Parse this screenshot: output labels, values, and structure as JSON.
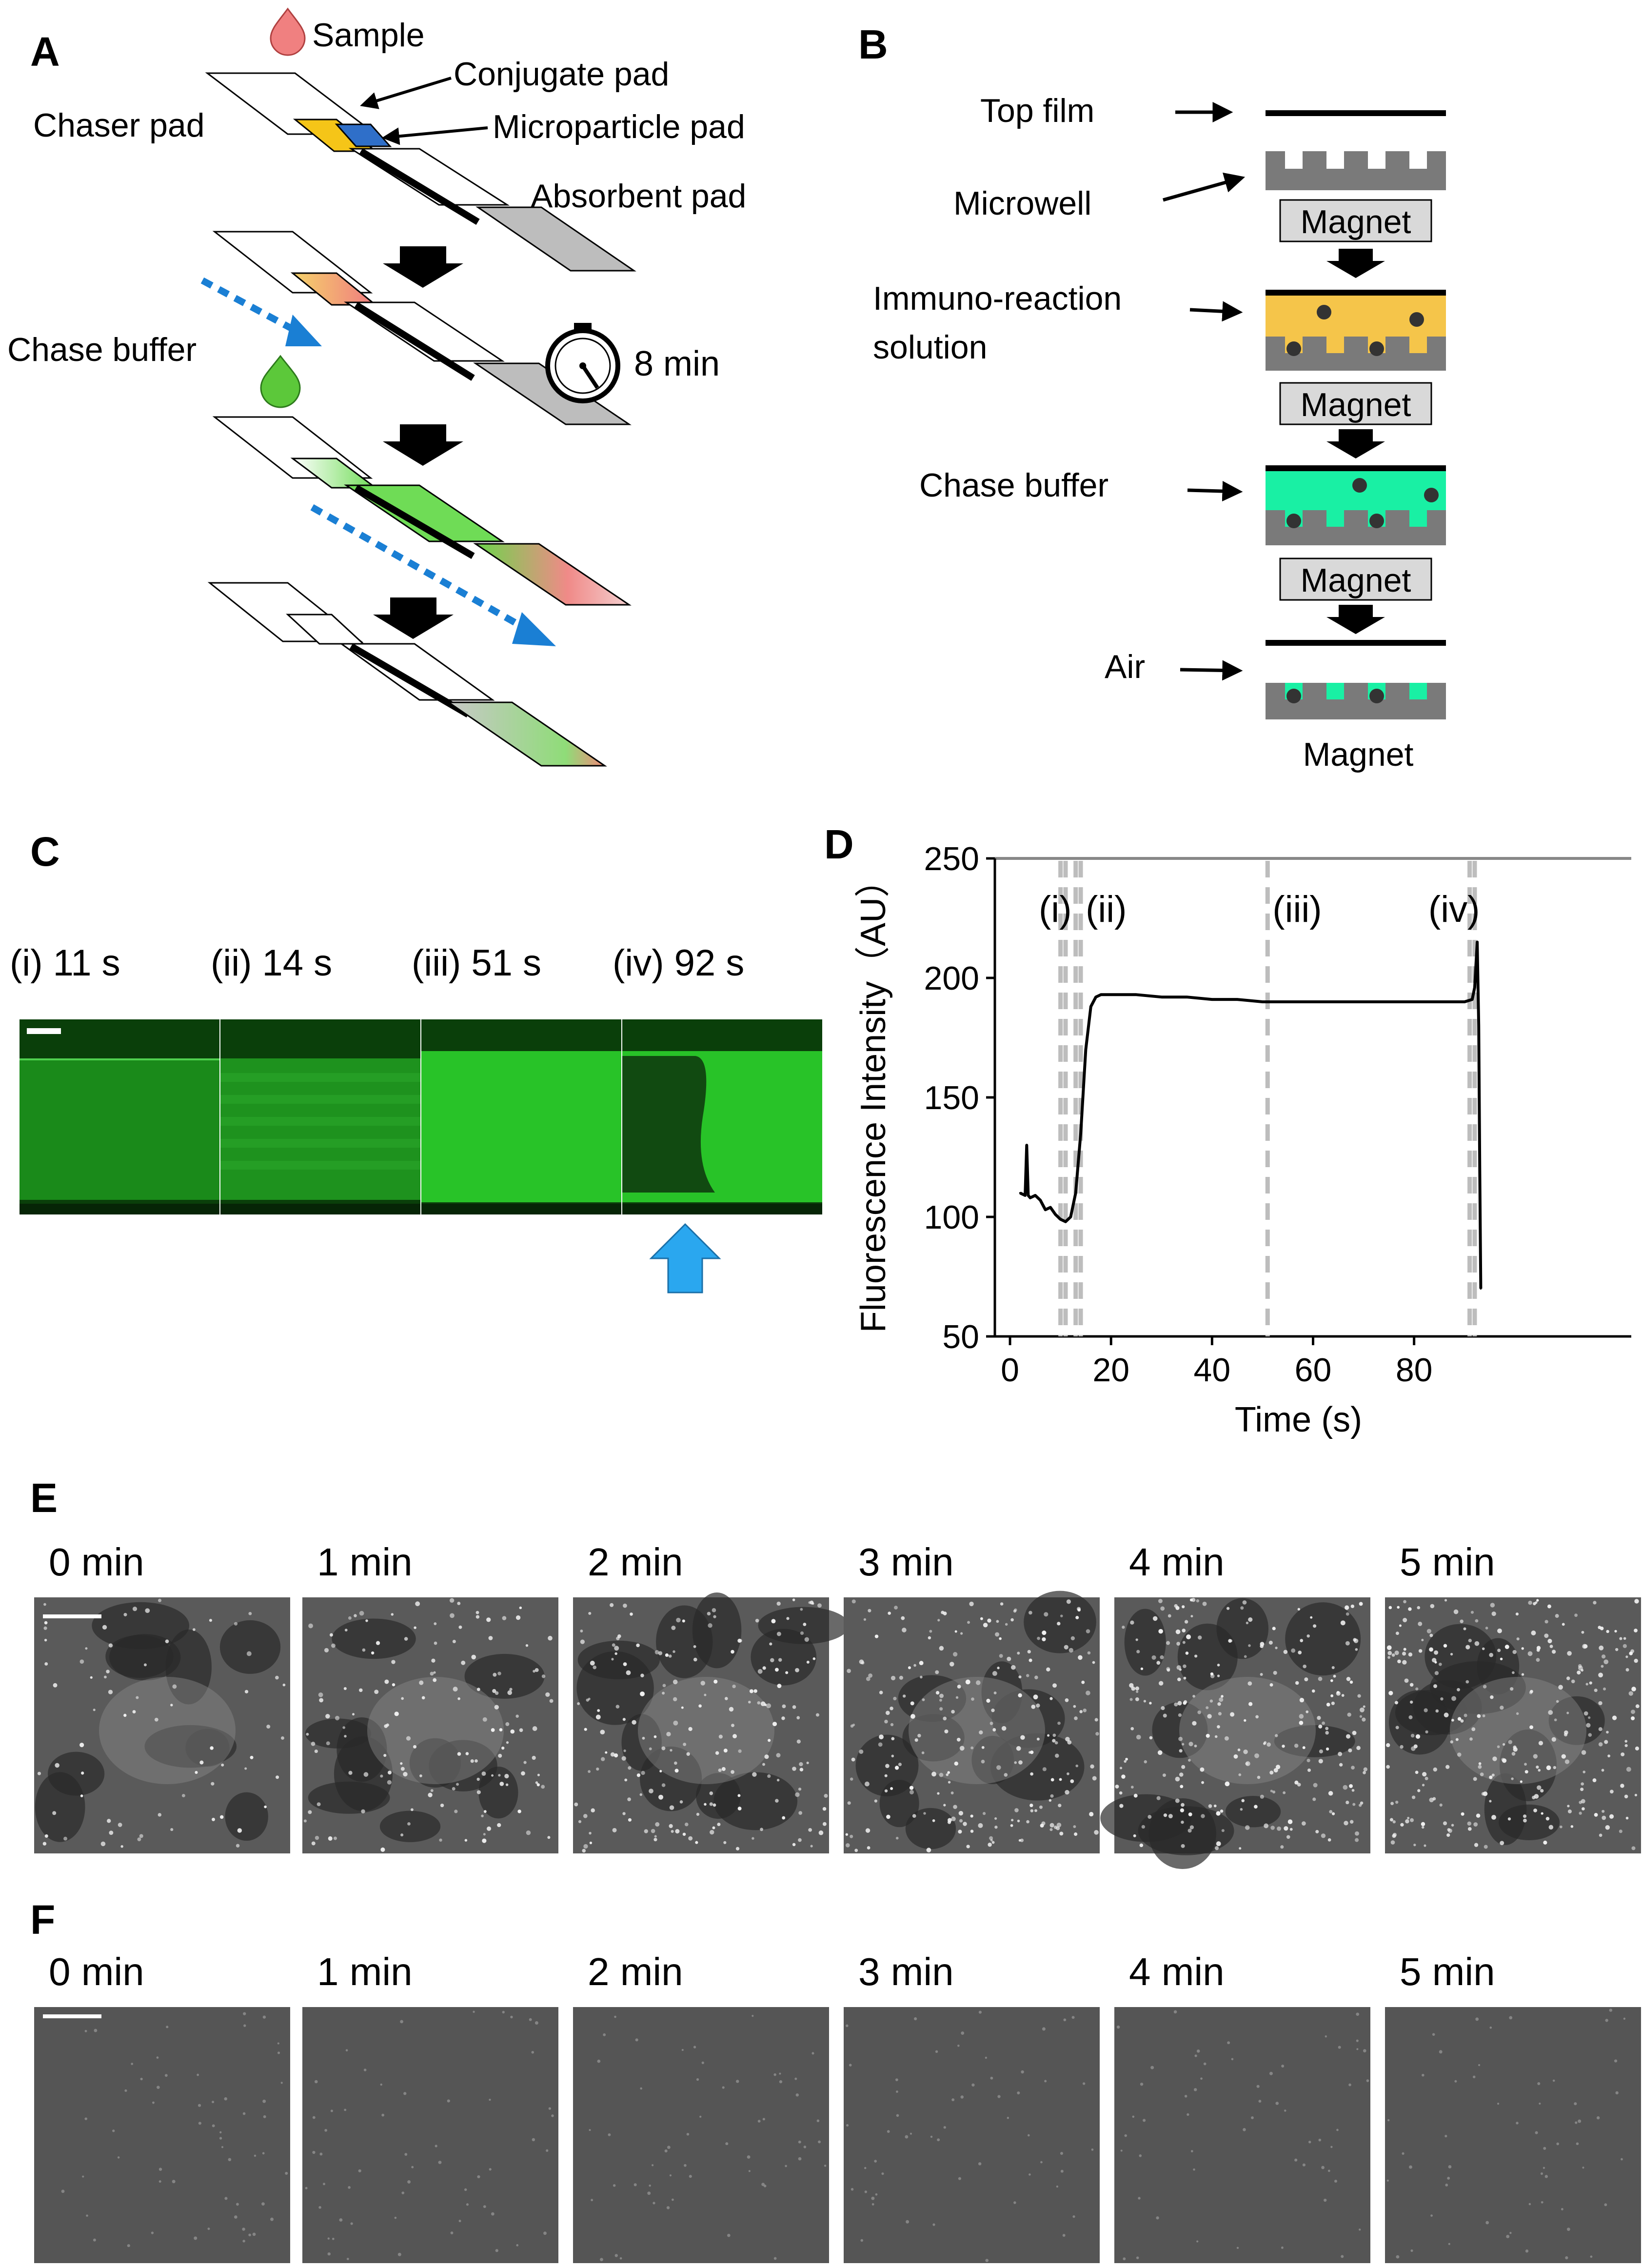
{
  "panels": {
    "A": {
      "letter": "A",
      "labels": {
        "sample": "Sample",
        "conjugate_pad": "Conjugate pad",
        "chaser_pad": "Chaser pad",
        "microparticle_pad": "Microparticle pad",
        "absorbent_pad": "Absorbent pad",
        "chase_buffer": "Chase buffer",
        "time": "8 min"
      },
      "colors": {
        "sample": "#f08080",
        "conjugate": "#f5c518",
        "microparticle": "#2f6fc9",
        "absorbent": "#bdbdbd",
        "chase_buffer": "#5cc83a",
        "flow_arrow": "#1a7fd4"
      }
    },
    "B": {
      "letter": "B",
      "labels": {
        "top_film": "Top film",
        "microwell": "Microwell",
        "immuno_reaction_line1": "Immuno-reaction",
        "immuno_reaction_line2": "solution",
        "chase_buffer": "Chase buffer",
        "air": "Air",
        "magnet": "Magnet"
      },
      "colors": {
        "immuno_solution": "#f5c54a",
        "chase_buffer": "#19f0a4",
        "well": "#7a7a7a",
        "magnet_box": "#d9d9d9"
      }
    },
    "C": {
      "letter": "C",
      "frames": [
        {
          "label": "(i) 11 s"
        },
        {
          "label": "(ii) 14 s"
        },
        {
          "label": "(iii) 51 s"
        },
        {
          "label": "(iv) 92 s"
        }
      ],
      "arrow_color": "#2aa7ef"
    },
    "D": {
      "letter": "D"
    },
    "E": {
      "letter": "E",
      "frames": [
        {
          "label": "0 min",
          "spots": 0.15
        },
        {
          "label": "1 min",
          "spots": 0.45
        },
        {
          "label": "2 min",
          "spots": 0.65
        },
        {
          "label": "3 min",
          "spots": 0.8
        },
        {
          "label": "4 min",
          "spots": 0.9
        },
        {
          "label": "5 min",
          "spots": 1.0
        }
      ]
    },
    "F": {
      "letter": "F",
      "frames": [
        {
          "label": "0 min"
        },
        {
          "label": "1 min"
        },
        {
          "label": "2 min"
        },
        {
          "label": "3 min"
        },
        {
          "label": "4 min"
        },
        {
          "label": "5 min"
        }
      ]
    }
  },
  "chart_data": {
    "type": "line",
    "xlabel": "Time (s)",
    "ylabel": "Fluorescence Intensity（AU）",
    "xlim": [
      -3,
      123
    ],
    "ylim": [
      50,
      250
    ],
    "xticks": [
      0,
      20,
      40,
      60,
      80
    ],
    "yticks": [
      50,
      100,
      150,
      200,
      250
    ],
    "series": [
      {
        "x": [
          2,
          3,
          3.3,
          3.6,
          4,
          5,
          6,
          7,
          8,
          9,
          10,
          11,
          12,
          13,
          14,
          15,
          16,
          17,
          18,
          19,
          20,
          25,
          30,
          35,
          40,
          45,
          50,
          55,
          60,
          65,
          70,
          75,
          80,
          85,
          90,
          91.5,
          92,
          92.5,
          92.8,
          93,
          93.2
        ],
        "y": [
          110,
          109,
          130,
          109,
          108,
          109,
          107,
          103,
          104,
          101,
          99,
          98,
          100,
          110,
          135,
          170,
          188,
          192,
          193,
          193,
          193,
          193,
          192,
          192,
          191,
          191,
          190,
          190,
          190,
          190,
          190,
          190,
          190,
          190,
          190,
          191,
          196,
          215,
          180,
          120,
          70
        ]
      }
    ],
    "markers": [
      {
        "label": "(i)",
        "x": 11
      },
      {
        "label": "(ii)",
        "x": 14
      },
      {
        "label": "(iii)",
        "x": 51
      },
      {
        "label": "(iv)",
        "x": 92
      }
    ],
    "extra_dashed_lines": [
      10,
      13,
      91
    ]
  }
}
